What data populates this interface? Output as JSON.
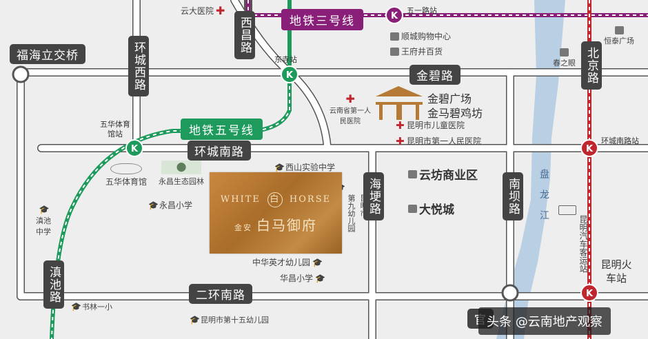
{
  "metro_lines": {
    "line3": {
      "name": "地铁三号线",
      "color": "#8a1f7a"
    },
    "line5": {
      "name": "地铁五号线",
      "color": "#1e9a5c"
    },
    "rail_color": "#c0262d"
  },
  "roads": {
    "fuhai_bridge": "福海立交桥",
    "huancheng_west": "环城西路",
    "xichang": "西昌路",
    "jinbi": "金碧路",
    "huancheng_south": "环城南路",
    "beijing": "北京路",
    "haigeng": "海埂路",
    "nanba": "南坝路",
    "dianchi": "滇池路",
    "erhuan_south": "二环南路",
    "guandu_partial": "官"
  },
  "stations": {
    "wuyi": "五一路站",
    "dongsi": "东寺站",
    "wuhua": "五华体育馆站",
    "huancheng_south_st": "环城南路站",
    "kunming_rail": "昆明火车站"
  },
  "pois": {
    "yunda_hospital": "云大医院",
    "shunxing": "顺城购物中心",
    "wangfujing": "王府井百货",
    "chunzhicheng": "春之眼",
    "hengtai": "恒泰广场",
    "jinbi_plaza": "金碧广场",
    "jinma_fang": "金马碧鸡坊",
    "provincial_hospital": "云南省第一人民医院",
    "children_hospital": "昆明市儿童医院",
    "first_hospital": "昆明市第一人民医院",
    "xishan_school": "西山实验中学",
    "wuhua_gym": "五华体育馆",
    "yongchang_park": "永昌生态园林",
    "yongchang_school": "永昌小学",
    "dianchi_middle": "滇池中学",
    "kindergarten9": "第九幼儿园",
    "kindergarten9_city": "昆明市",
    "yunfang": "云坊商业区",
    "dayue": "大悦城",
    "panlong": "盘龙江",
    "bus_station": "昆明汽车客运站",
    "zhonghua_kg": "中华英才幼儿园",
    "huachang": "华昌小学",
    "shulin": "书林一小",
    "kg15": "昆明市第十五幼儿园"
  },
  "project": {
    "name_en_left": "WHITE",
    "name_en_right": "HORSE",
    "logo_char": "白",
    "name_cn": "白马御府",
    "name_cn_prefix": "金安"
  },
  "watermark": "头条 @云南地产观察",
  "colors": {
    "road": "#ffffff",
    "road_outline": "#555555",
    "river": "#b9cfe4",
    "project_gold": "#b57a35"
  }
}
